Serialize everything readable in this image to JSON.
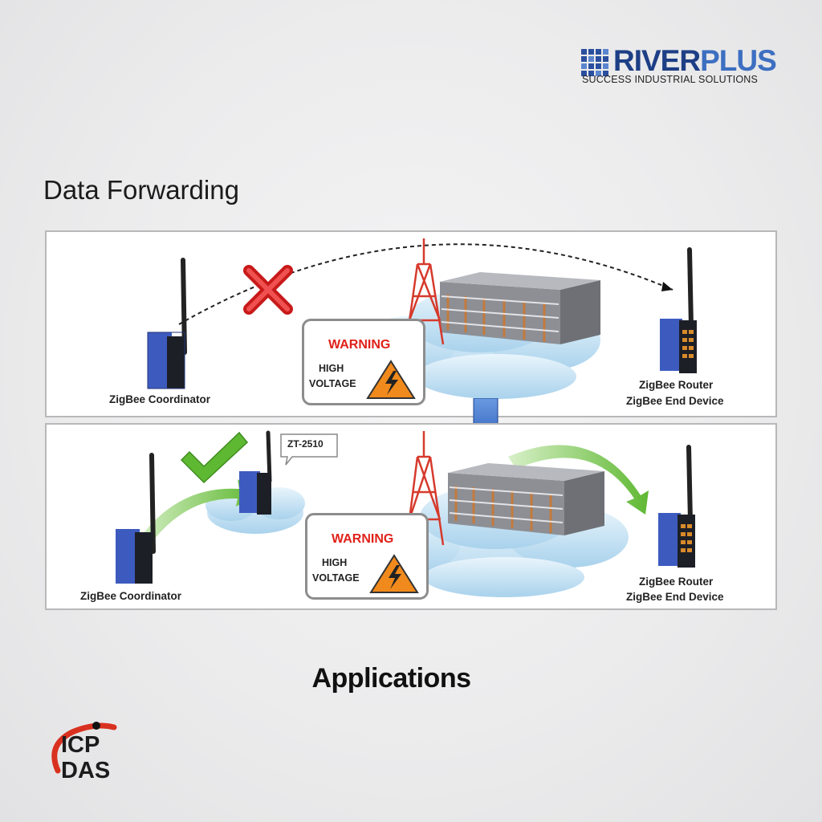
{
  "brand": {
    "name_part1": "RIVER",
    "name_part2": "PLUS",
    "tagline": "SUCCESS INDUSTRIAL SOLUTIONS"
  },
  "heading": "Data Forwarding",
  "top_panel": {
    "coordinator_label": "ZigBee Coordinator",
    "router_label": "ZigBee Router",
    "end_device_label": "ZigBee End Device",
    "warning": {
      "title": "WARNING",
      "line1": "HIGH",
      "line2": "VOLTAGE"
    },
    "status_icon": "red-x-icon"
  },
  "bottom_panel": {
    "repeater_label": "ZT-2510",
    "coordinator_label": "ZigBee Coordinator",
    "router_label": "ZigBee Router",
    "end_device_label": "ZigBee End Device",
    "warning": {
      "title": "WARNING",
      "line1": "HIGH",
      "line2": "VOLTAGE"
    },
    "status_icon": "green-check-icon"
  },
  "caption": "Applications",
  "logo": {
    "line1": "ICP",
    "line2": "DAS"
  },
  "colors": {
    "warning_red": "#e0211a",
    "hazard_orange": "#f08a1c",
    "device_blue": "#3d5bbf",
    "arrow_green": "#6dc03c",
    "brand_blue": "#1e3f86"
  }
}
